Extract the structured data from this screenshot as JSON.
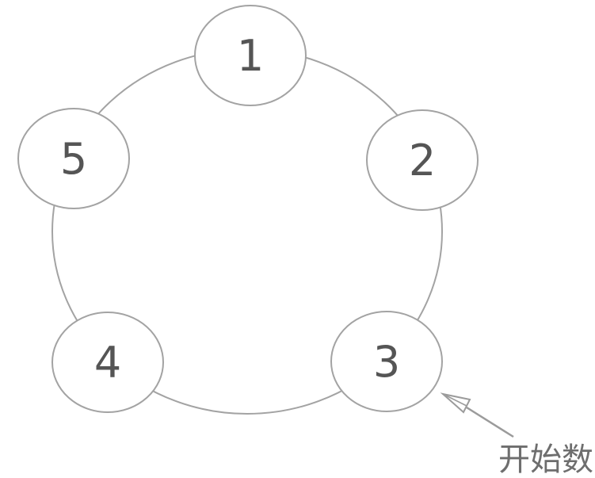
{
  "diagram": {
    "type": "circular-ring",
    "background": "#ffffff",
    "ring": {
      "stroke": "#a3a3a3"
    },
    "node_style": {
      "fill": "#ffffff",
      "stroke": "#a3a3a3",
      "label_color": "#555555"
    },
    "nodes": [
      {
        "label": "1"
      },
      {
        "label": "2"
      },
      {
        "label": "3"
      },
      {
        "label": "4"
      },
      {
        "label": "5"
      }
    ],
    "annotation": {
      "label": "开始数",
      "points_to_node": "3",
      "text_color": "#6e6e6e",
      "arrow_color": "#9b9b9b"
    }
  }
}
